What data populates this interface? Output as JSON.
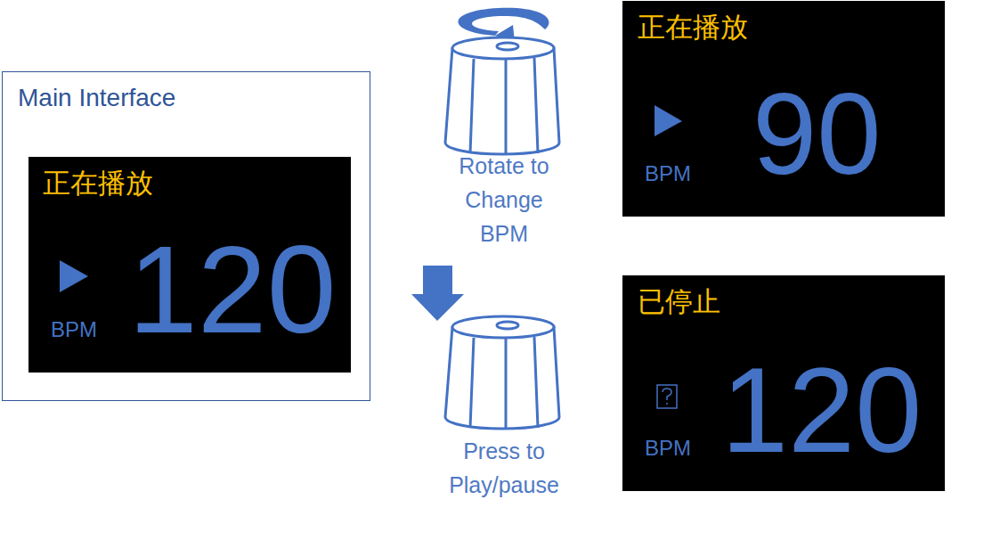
{
  "diagram": {
    "nodes": [
      {
        "text": [
          "Main Interface"
        ]
      },
      {
        "text": [
          "正在播放",
          "BPM",
          "120"
        ],
        "in": 0
      },
      {
        "text": [
          "正在播放",
          "BPM",
          "90"
        ]
      },
      {
        "text": [
          "已停止",
          "BPM",
          "120"
        ]
      }
    ],
    "labels": [
      "Rotate to Change BPM",
      "Press to Play/pause"
    ]
  }
}
